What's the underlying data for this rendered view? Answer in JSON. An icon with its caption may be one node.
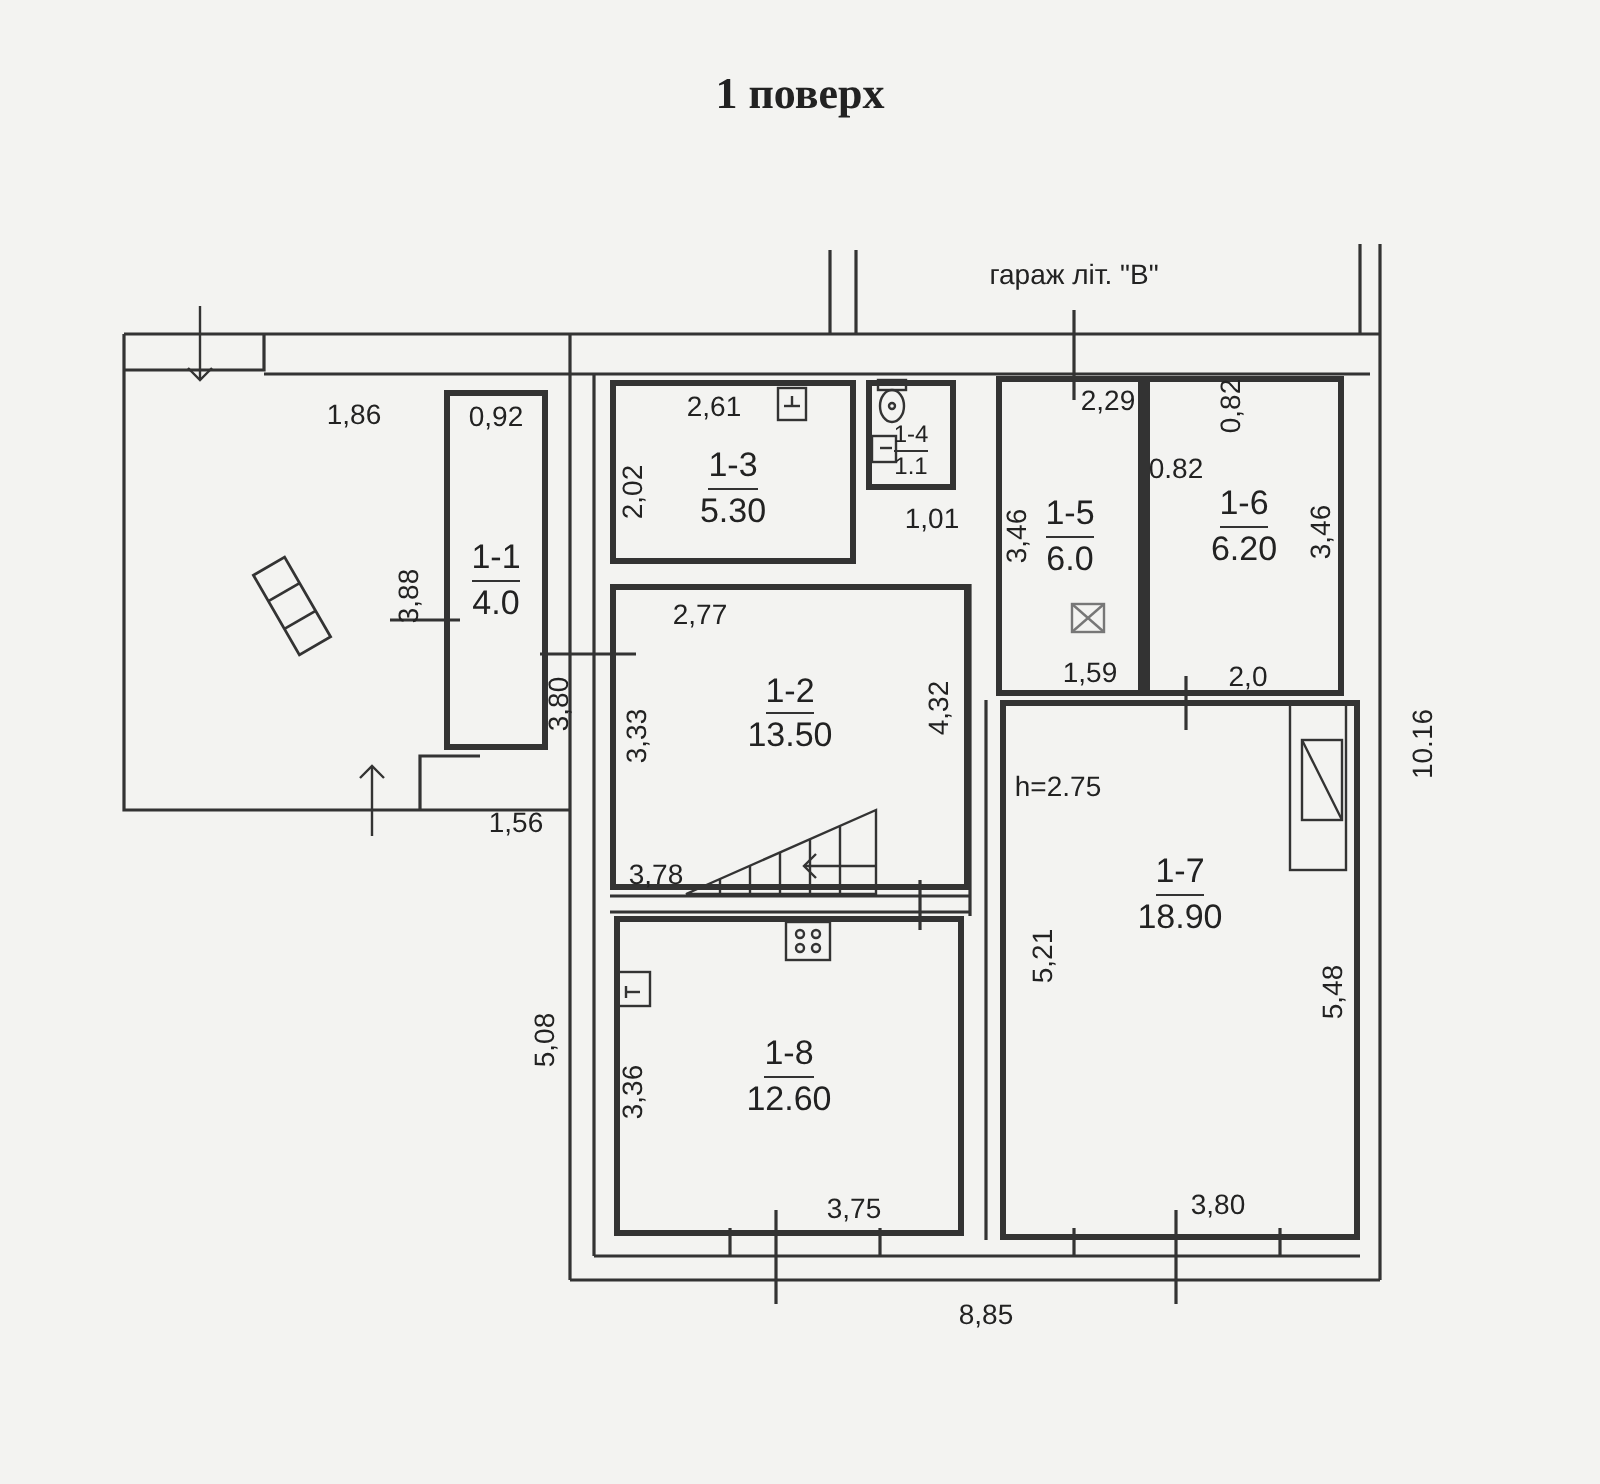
{
  "diagram": {
    "title": "1 поверх",
    "nodes": [
      {
        "text": [
          "1-1",
          "4.0"
        ]
      },
      {
        "text": [
          "1-2",
          "13.50"
        ]
      },
      {
        "text": [
          "1-3",
          "5.30"
        ]
      },
      {
        "text": [
          "1-4",
          "1.1"
        ]
      },
      {
        "text": [
          "1-5",
          "6.0"
        ]
      },
      {
        "text": [
          "1-6",
          "6.20"
        ]
      },
      {
        "text": [
          "1-7",
          "18.90"
        ]
      },
      {
        "text": [
          "1-8",
          "12.60"
        ]
      }
    ],
    "labels": [
      "гараж літ. \"В\"",
      "1,86",
      "0,92",
      "2,61",
      "2,29",
      "0,82",
      "0.82",
      "2,02",
      "1,01",
      "3,46",
      "3,46",
      "3,88",
      "2,77",
      "3,80",
      "3,33",
      "4,32",
      "1,59",
      "2,0",
      "10.16",
      "h=2.75",
      "1,56",
      "3,78",
      "5,21",
      "5,08",
      "5,48",
      "3,36",
      "3,75",
      "3,80",
      "8,85"
    ]
  }
}
